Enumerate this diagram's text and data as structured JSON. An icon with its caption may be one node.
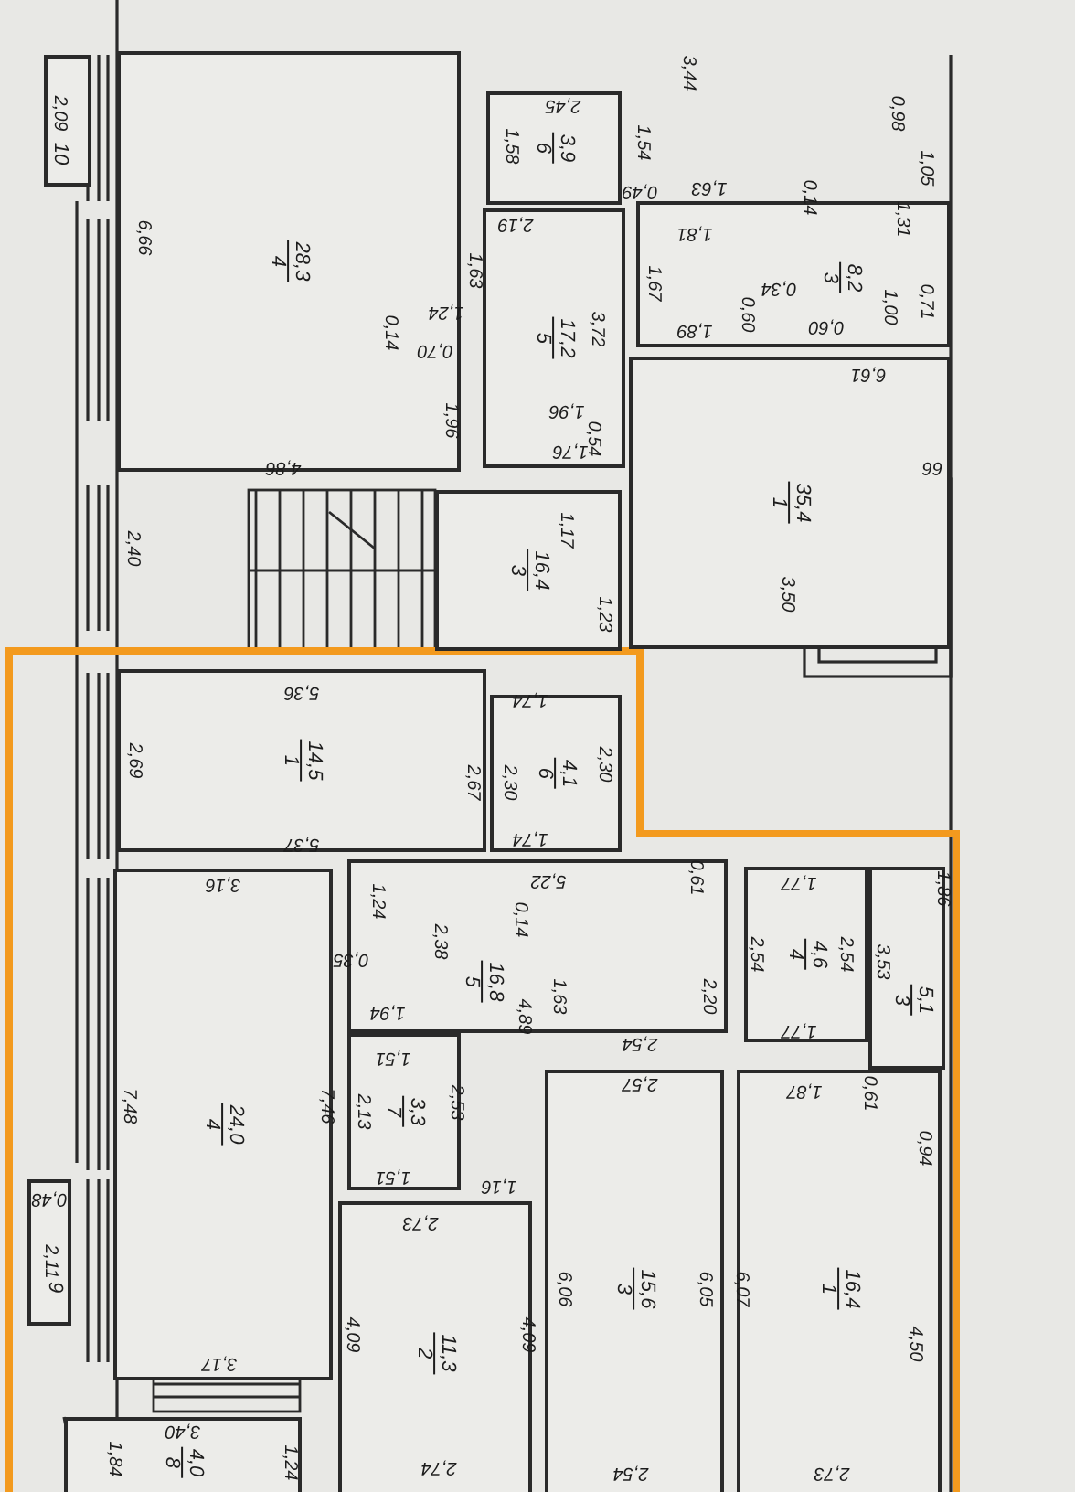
{
  "diagram": {
    "nodes": [
      {
        "text": [
          "10"
        ]
      },
      {
        "text": [
          "4",
          "28,3"
        ]
      },
      {
        "text": [
          "6",
          "3,9"
        ]
      },
      {
        "text": [
          "5",
          "17,2"
        ]
      },
      {
        "text": [
          "3",
          "8,2"
        ]
      },
      {
        "text": [
          "3",
          "16,4"
        ]
      },
      {
        "text": [
          "1",
          "35,4"
        ]
      },
      {
        "text": [
          "1",
          "14,5"
        ]
      },
      {
        "text": [
          "6",
          "4,1"
        ]
      },
      {
        "text": [
          "5",
          "16,8"
        ]
      },
      {
        "text": [
          "4",
          "4,6"
        ]
      },
      {
        "text": [
          "3",
          "5,1"
        ]
      },
      {
        "text": [
          "4",
          "24,0"
        ]
      },
      {
        "text": [
          "7",
          "3,3"
        ]
      },
      {
        "text": [
          "2",
          "11,3"
        ]
      },
      {
        "text": [
          "3",
          "15,6"
        ]
      },
      {
        "text": [
          "1",
          "16,4"
        ]
      },
      {
        "text": [
          "9"
        ]
      },
      {
        "text": [
          "8",
          "4,0"
        ]
      }
    ],
    "edges": [],
    "labels": [
      "2,09",
      "6,66",
      "1,58",
      "2,45",
      "3,44",
      "1,54",
      "0,49",
      "2,19",
      "1,63",
      "1,24",
      "0,14",
      "0,70",
      "1,96",
      "4,86",
      "1,63",
      "0,14",
      "1,81",
      "1,67",
      "3,72",
      "0,34",
      "0,60",
      "1,89",
      "0,60",
      "6,61",
      "1,96",
      "1,76",
      "0,54",
      "1,00",
      "0,71",
      "1,31",
      "0,98",
      "1,05",
      "2,40",
      "1,17",
      "1,23",
      "3,50",
      "66",
      "5,36",
      "1,74",
      "2,69",
      "2,67",
      "2,30",
      "2,30",
      "5,37",
      "1,74",
      "3,16",
      "1,24",
      "0,35",
      "5,22",
      "0,61",
      "1,86",
      "1,77",
      "2,54",
      "2,54",
      "3,53",
      "1,77",
      "0,14",
      "2,38",
      "4,89",
      "1,63",
      "2,20",
      "2,54",
      "1,94",
      "1,51",
      "2,13",
      "2,53",
      "1,51",
      "1,16",
      "2,73",
      "7,48",
      "7,46",
      "0,48",
      "2,11",
      "3,17",
      "3,40",
      "1,84",
      "1,24",
      "4,09",
      "4,09",
      "2,74",
      "2,57",
      "6,06",
      "6,05",
      "2,54",
      "1,87",
      "0,61",
      "6,07",
      "0,94",
      "4,50",
      "2,73"
    ]
  }
}
